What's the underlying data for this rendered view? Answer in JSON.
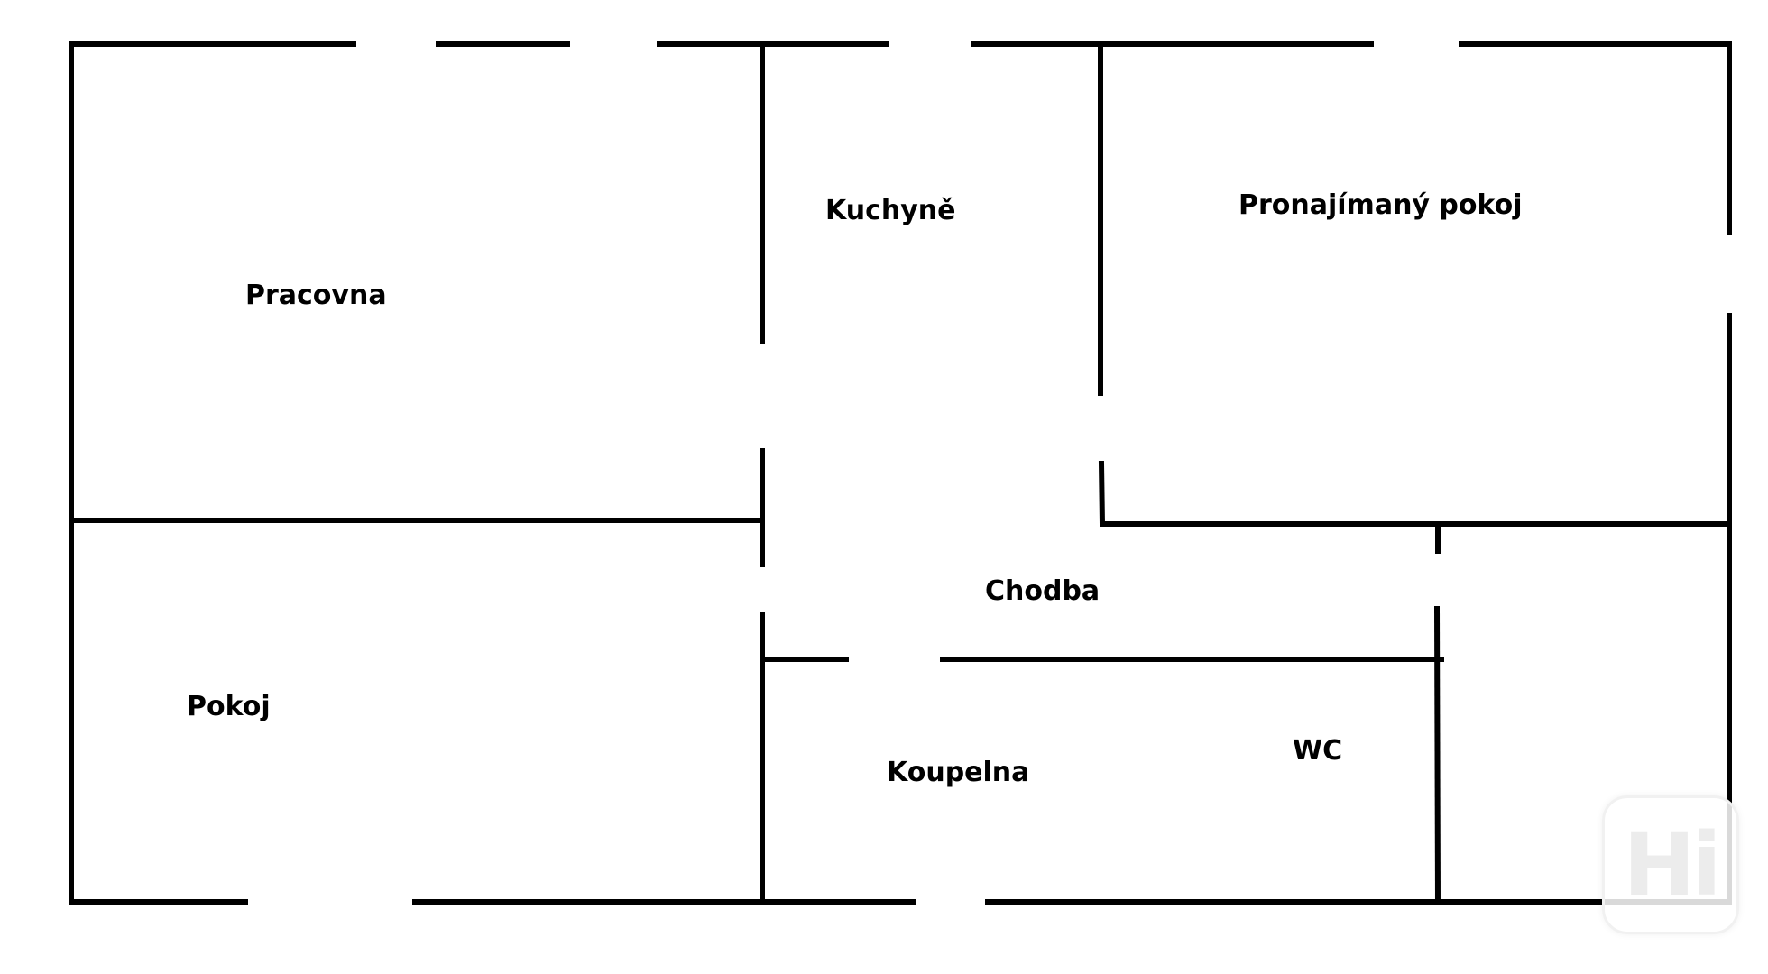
{
  "rooms": {
    "pracovna": "Pracovna",
    "kuchyne": "Kuchyně",
    "pronajimany_pokoj": "Pronajímaný pokoj",
    "chodba": "Chodba",
    "pokoj": "Pokoj",
    "koupelna": "Koupelna",
    "wc": "WC"
  },
  "watermark": {
    "text": "Hi"
  },
  "colors": {
    "wall": "#000000",
    "background": "#ffffff",
    "watermark": "#ececec"
  }
}
